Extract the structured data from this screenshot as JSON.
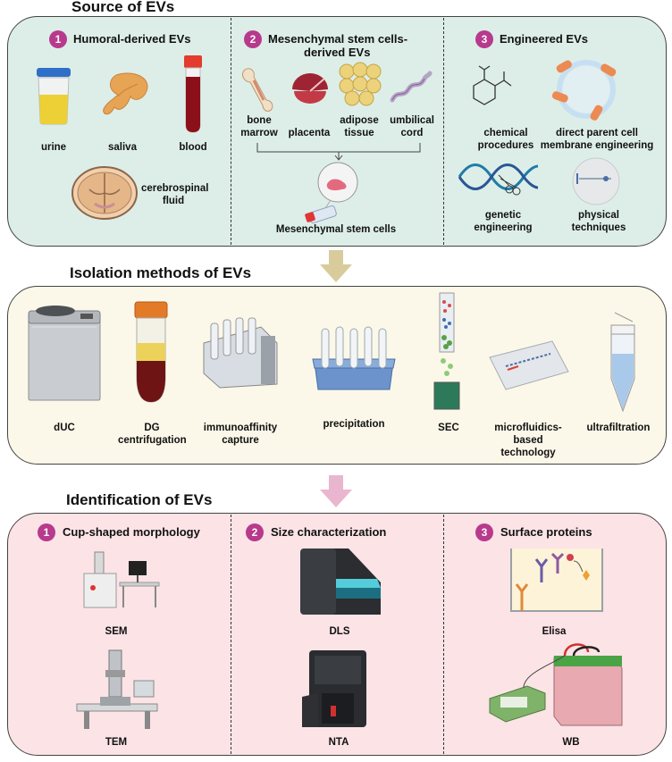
{
  "source": {
    "title": "Source of EVs",
    "sections": [
      {
        "number": "1",
        "title": "Humoral-derived EVs",
        "items": [
          "urine",
          "saliva",
          "blood",
          "cerebrospinal fluid"
        ]
      },
      {
        "number": "2",
        "title_line1": "Mesenchymal stem cells-",
        "title_line2": "derived EVs",
        "items": [
          "bone marrow",
          "placenta",
          "adipose tissue",
          "umbilical cord"
        ],
        "result": "Mesenchymal stem cells"
      },
      {
        "number": "3",
        "title": "Engineered EVs",
        "items": [
          "chemical procedures",
          "direct parent cell membrane engineering",
          "genetic engineering",
          "physical techniques"
        ]
      }
    ]
  },
  "isolation": {
    "title": "Isolation methods of EVs",
    "methods": [
      "dUC",
      "DG centrifugation",
      "immunoaffinity capture",
      "precipitation",
      "SEC",
      "microfluidics-based technology",
      "ultrafiltration"
    ]
  },
  "identification": {
    "title": "Identification of EVs",
    "sections": [
      {
        "number": "1",
        "title": "Cup-shaped morphology",
        "items": [
          "SEM",
          "TEM"
        ]
      },
      {
        "number": "2",
        "title": "Size characterization",
        "items": [
          "DLS",
          "NTA"
        ]
      },
      {
        "number": "3",
        "title": "Surface proteins",
        "items": [
          "Elisa",
          "WB"
        ]
      }
    ]
  },
  "colors": {
    "source_panel": "#ddeee8",
    "isolation_panel": "#fcf8e9",
    "identification_panel": "#fbe3e6",
    "badge": "#b73a8c",
    "arrow_1": "#d8cc9c",
    "arrow_2": "#eab6cf"
  }
}
